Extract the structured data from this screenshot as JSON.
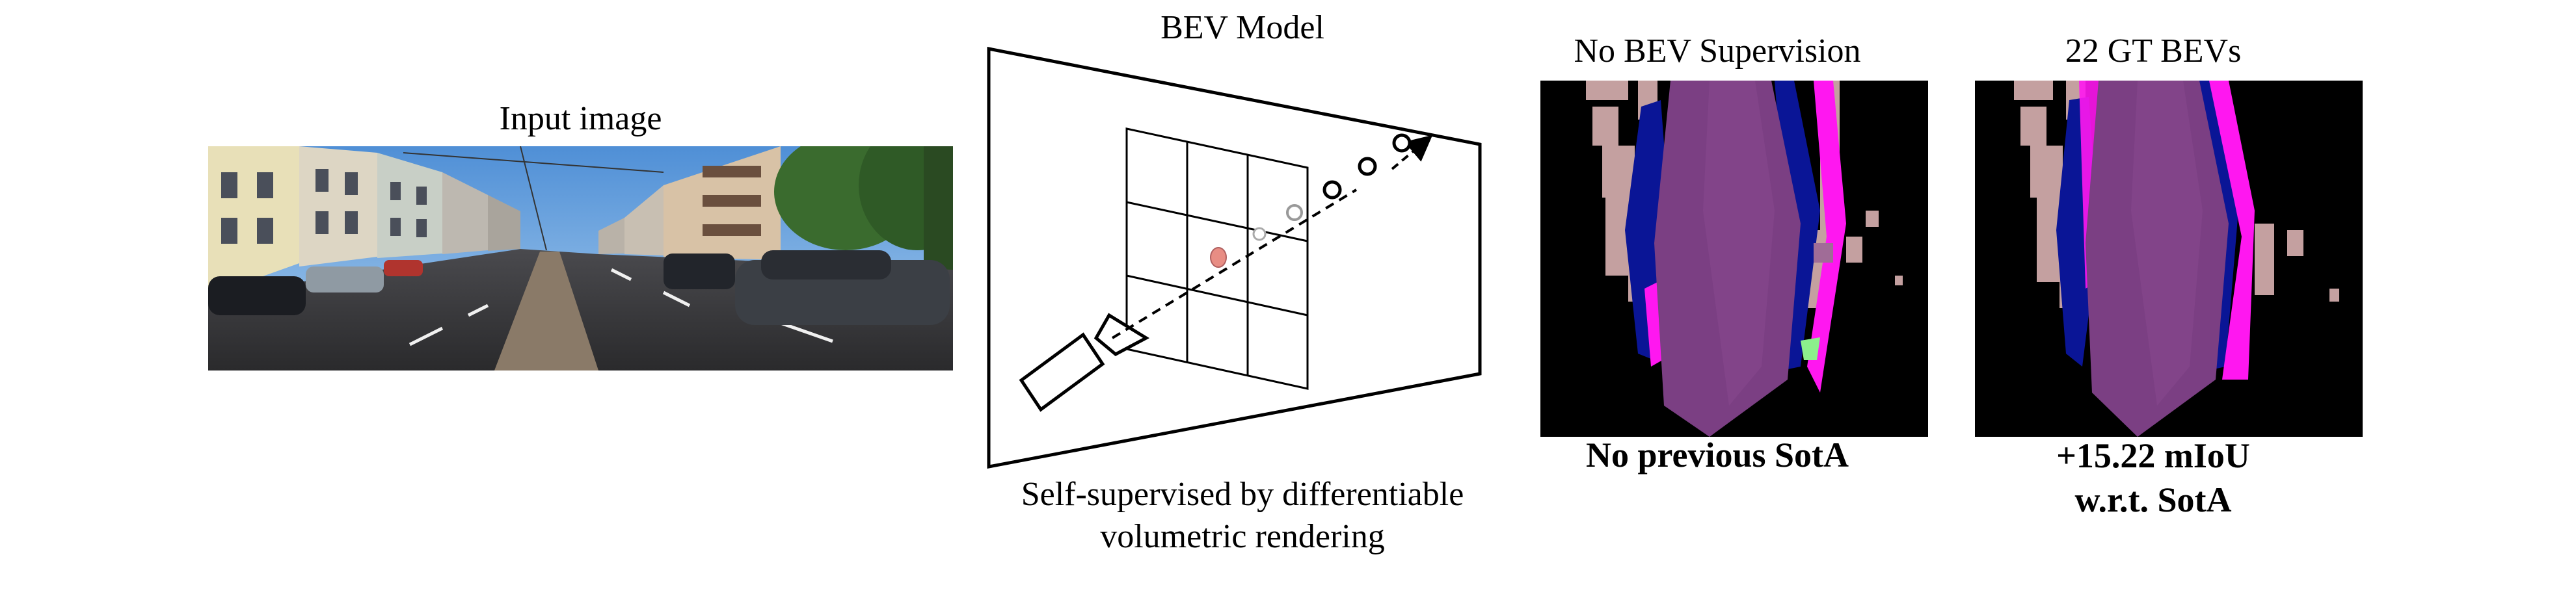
{
  "input_panel": {
    "title": "Input image"
  },
  "model_panel": {
    "title": "BEV Model",
    "caption_lines": [
      "Self-supervised by differentiable",
      "volumetric rendering"
    ]
  },
  "result_panels": [
    {
      "title": "No BEV Supervision",
      "caption_lines": [
        "No previous SotA"
      ]
    },
    {
      "title": "22 GT BEVs",
      "caption_lines": [
        "+15.22 mIoU",
        "w.r.t. SotA"
      ]
    }
  ],
  "colors": {
    "road": "#7b3f83",
    "sidewalk": "#ff17f0",
    "car": "#0a1596",
    "building": "#c4a0a0",
    "terrain": "#8cf08c",
    "road_light": "#a06c97",
    "background": "#000000",
    "ray_point": "#e88d84"
  }
}
